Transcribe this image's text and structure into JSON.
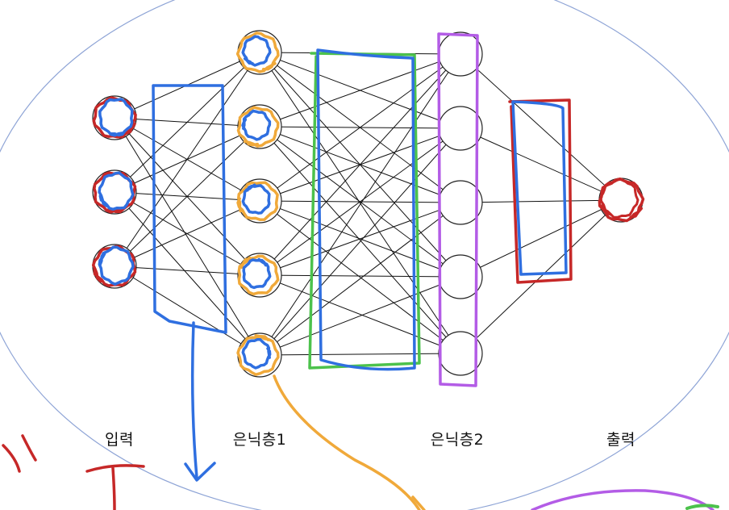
{
  "labels": {
    "input": "입력",
    "hidden1": "은닉층1",
    "hidden2": "은닉층2",
    "output": "출력"
  },
  "network": {
    "layers": [
      3,
      5,
      5,
      1
    ]
  },
  "colors": {
    "ellipse": "#8ea4d6",
    "edge": "#111111",
    "node_outline": "#222222",
    "red": "#c62828",
    "blue": "#2f6fe0",
    "orange": "#f0a93a",
    "green": "#4cc24c",
    "purple": "#b35ce6"
  }
}
